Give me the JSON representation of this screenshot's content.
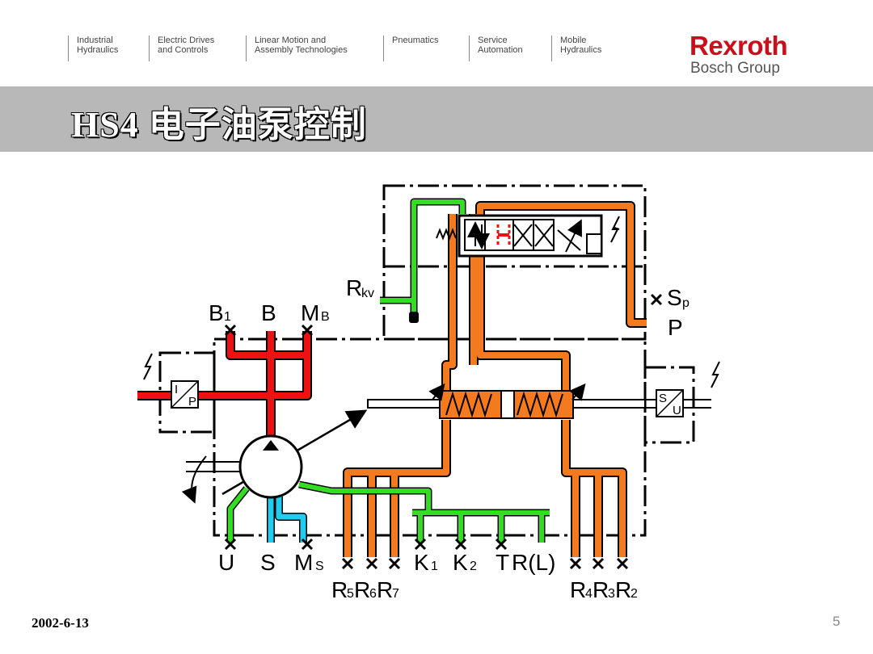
{
  "header": {
    "nav": [
      {
        "line1": "Industrial",
        "line2": "Hydraulics"
      },
      {
        "line1": "Electric Drives",
        "line2": "and Controls"
      },
      {
        "line1": "Linear Motion and",
        "line2": "Assembly Technologies"
      },
      {
        "line1": "",
        "line2": "Pneumatics"
      },
      {
        "line1": "Service",
        "line2": "Automation"
      },
      {
        "line1": "Mobile",
        "line2": "Hydraulics"
      }
    ],
    "brand": "Rexroth",
    "brand_group": "Bosch Group"
  },
  "title": "HS4 电子油泵控制",
  "footer": {
    "date": "2002-6-13",
    "page": "5"
  },
  "diagram": {
    "ports_top": {
      "b1": "B",
      "b1_sub": "1",
      "b": "B",
      "mb": "M",
      "mb_sub": "B"
    },
    "rkv": {
      "main": "R",
      "sub": "kv"
    },
    "sp": {
      "main": "S",
      "sub": "p"
    },
    "p": "P",
    "ports_bottom": {
      "u": "U",
      "s": "S",
      "ms": "M",
      "ms_sub": "S",
      "k1": "K",
      "k1_sub": "1",
      "k2": "K",
      "k2_sub": "2",
      "t": "T",
      "rl": "R(L)"
    },
    "r_left": [
      {
        "main": "R",
        "sub": "5"
      },
      {
        "main": "R",
        "sub": "6"
      },
      {
        "main": "R",
        "sub": "7"
      }
    ],
    "r_right": [
      {
        "main": "R",
        "sub": "4"
      },
      {
        "main": "R",
        "sub": "3"
      },
      {
        "main": "R",
        "sub": "2"
      }
    ],
    "sensor_left": {
      "top": "I",
      "bottom": "P"
    },
    "sensor_right": {
      "top": "S",
      "bottom": "U"
    },
    "colors": {
      "orange": "#f47a20",
      "green": "#33dd22",
      "red": "#ee1111",
      "cyan": "#22ccee"
    }
  }
}
